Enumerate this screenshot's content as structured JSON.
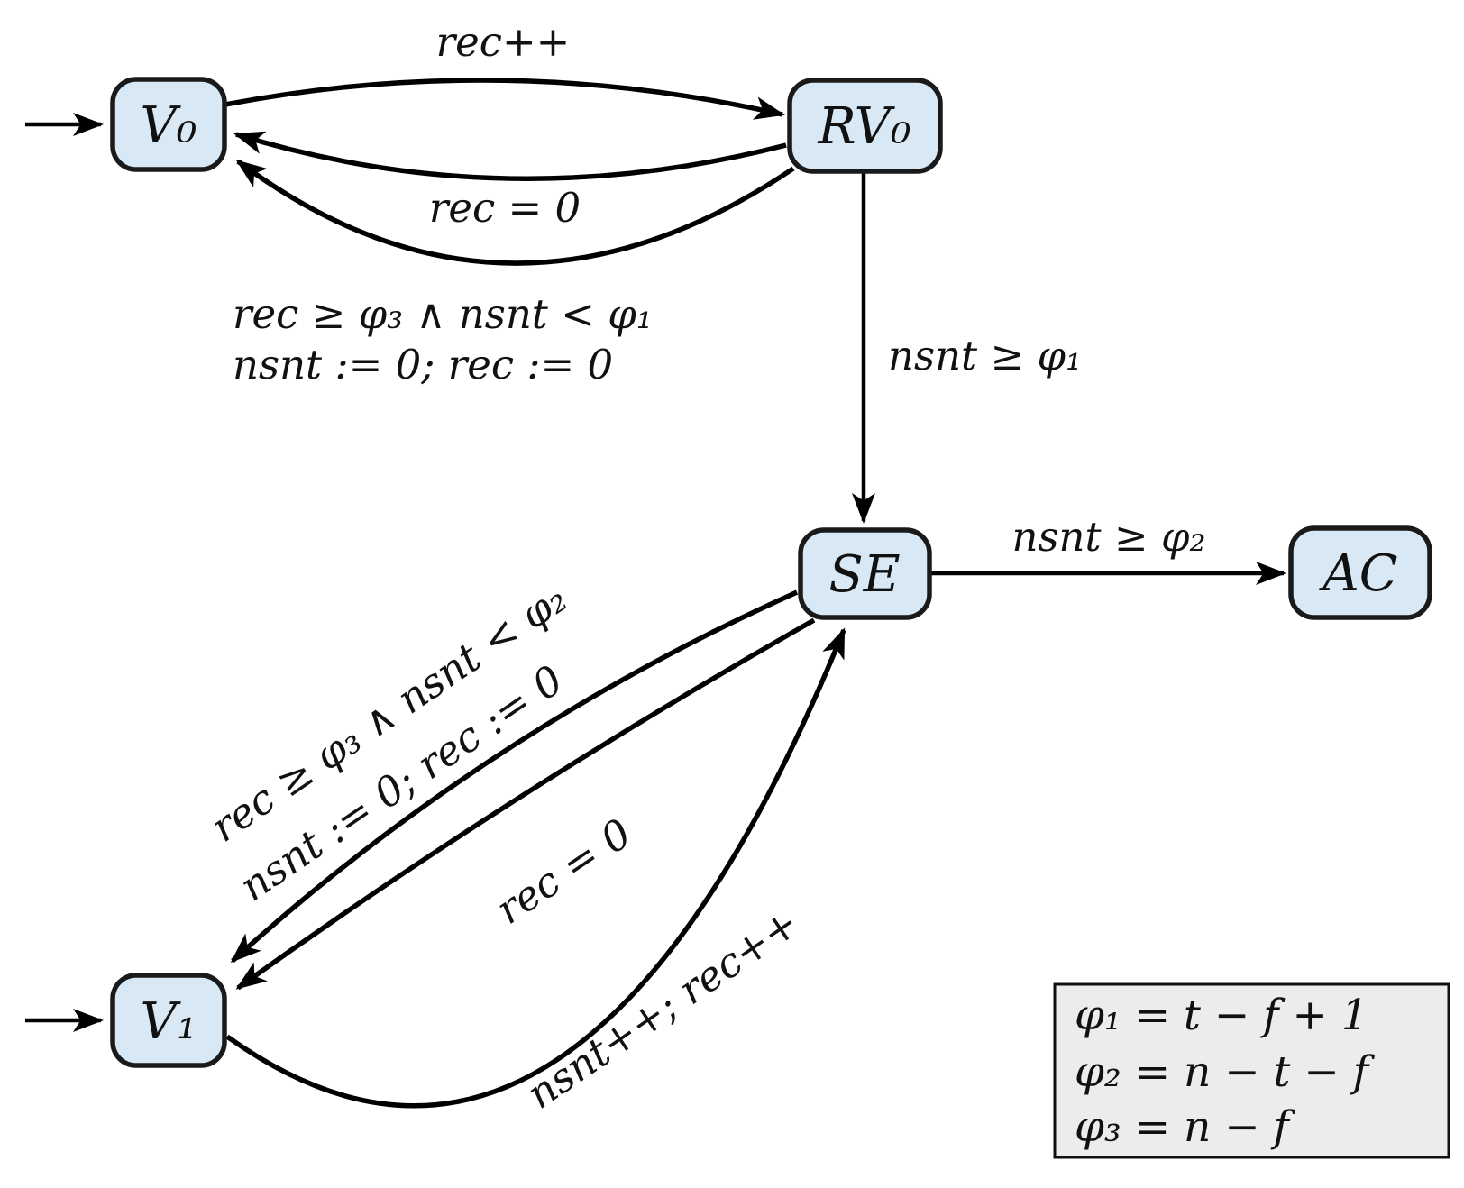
{
  "diagram": {
    "kind": "threshold-automaton-state-diagram",
    "colors": {
      "node_fill": "#d8e9f5",
      "node_border": "#1a1a1a",
      "edge": "#000000",
      "legend_fill": "#ececec",
      "background": "#ffffff"
    },
    "states": {
      "V0": {
        "label": "V₀",
        "initial": true
      },
      "RV0": {
        "label": "RV₀",
        "initial": false
      },
      "SE": {
        "label": "SE",
        "initial": false
      },
      "AC": {
        "label": "AC",
        "initial": false
      },
      "V1": {
        "label": "V₁",
        "initial": true
      }
    },
    "labels": {
      "edge_v0_rv0": "rec++",
      "edge_rv0_v0_a": "rec = 0",
      "edge_rv0_v0_b1": "rec ≥ φ₃ ∧ nsnt < φ₁",
      "edge_rv0_v0_b2": "nsnt := 0; rec := 0",
      "edge_rv0_se": "nsnt ≥ φ₁",
      "edge_se_ac": "nsnt ≥ φ₂",
      "edge_se_v1_a1": "rec ≥ φ₃ ∧ nsnt < φ₂",
      "edge_se_v1_a2": "nsnt := 0; rec := 0",
      "edge_se_v1_b": "rec = 0",
      "edge_v1_se": "nsnt++; rec++"
    },
    "legend": {
      "line1": "φ₁ = t − f + 1",
      "line2": "φ₂ = n − t − f",
      "line3": "φ₃ = n − f"
    }
  }
}
